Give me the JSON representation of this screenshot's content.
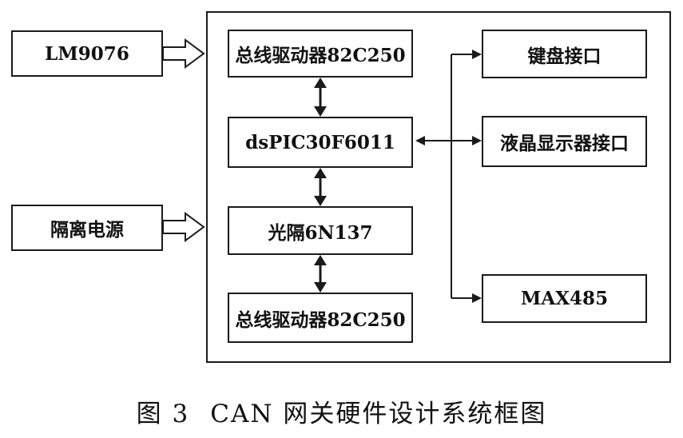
{
  "external": {
    "lm9076": "LM9076",
    "power": "隔离电源"
  },
  "internal": {
    "driver_top": "总线驱动器82C250",
    "mcu": "dsPIC30F6011",
    "optocoupler": "光隔6N137",
    "driver_bottom": "总线驱动器82C250"
  },
  "peripherals": {
    "keyboard": "键盘接口",
    "lcd": "液晶显示器接口",
    "rs485": "MAX485"
  },
  "caption": {
    "figure_no": "图 3",
    "title": "CAN 网关硬件设计系统框图"
  }
}
